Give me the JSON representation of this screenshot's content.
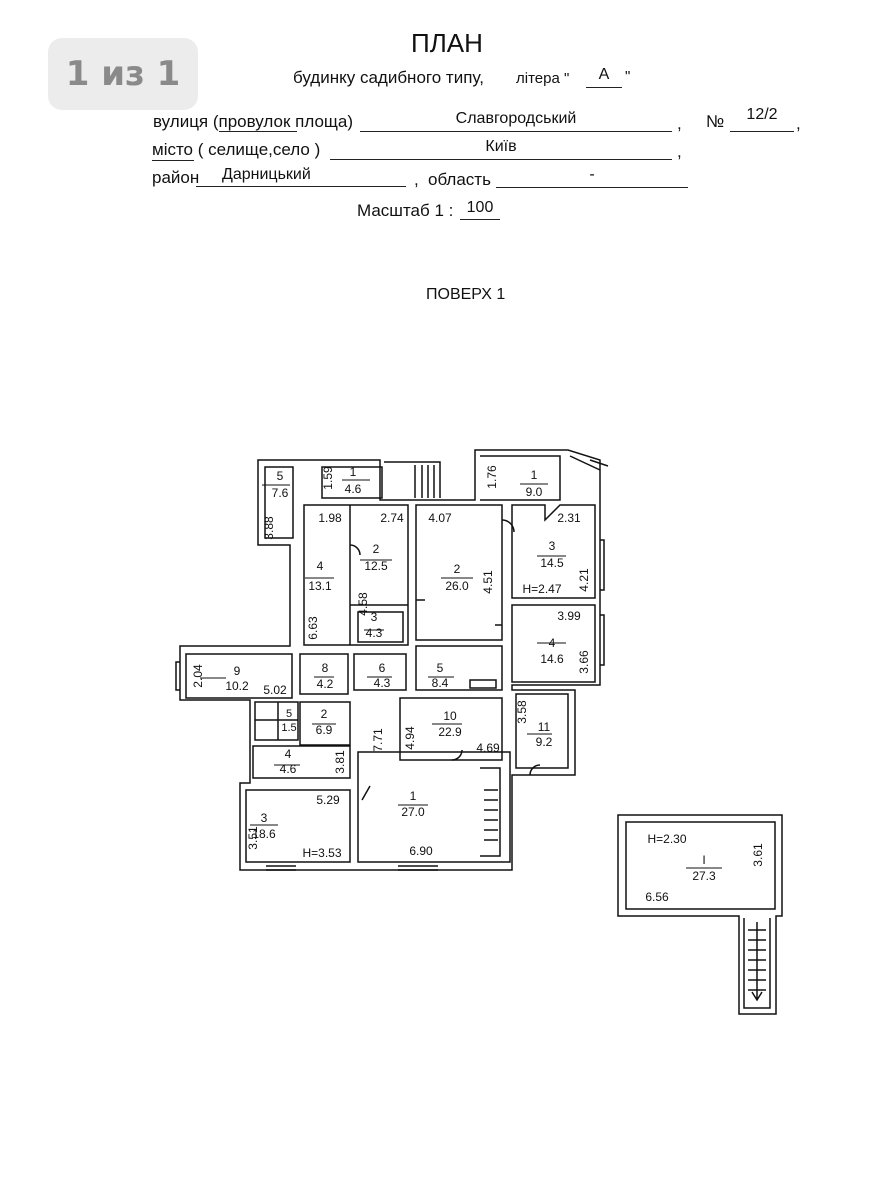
{
  "page_badge": "1 из 1",
  "header": {
    "title": "ПЛАН",
    "subtitle": "будинку садибного типу,",
    "litera_label": "літера \"",
    "litera_value": "А",
    "litera_close": "\"",
    "street_label": "вулиця (провулок площа)",
    "street_value": "Славгородський",
    "comma1": ",",
    "number_label": "№",
    "number_value": "12/2",
    "comma2": ",",
    "city_label": "місто ( селище,село )",
    "city_value": "Київ",
    "comma3": ",",
    "district_label": "район",
    "district_value": "Дарницький",
    "comma4": ",",
    "region_label": "область",
    "region_value": "-",
    "scale_label": "Масштаб  1 :",
    "scale_value": "100"
  },
  "floor_title": "ПОВЕРХ 1",
  "plan_labels": [
    {
      "id": "l01",
      "text": "5"
    },
    {
      "id": "l02",
      "text": "7.6"
    },
    {
      "id": "l03",
      "text": "3.88"
    },
    {
      "id": "l04",
      "text": "1.59"
    },
    {
      "id": "l05",
      "text": "1"
    },
    {
      "id": "l06",
      "text": "4.6"
    },
    {
      "id": "l07",
      "text": "1.76"
    },
    {
      "id": "l08",
      "text": "1"
    },
    {
      "id": "l09",
      "text": "9.0"
    },
    {
      "id": "l10",
      "text": "1.98"
    },
    {
      "id": "l11",
      "text": "2.74"
    },
    {
      "id": "l12",
      "text": "4.07"
    },
    {
      "id": "l13",
      "text": "2.31"
    },
    {
      "id": "l14",
      "text": "2"
    },
    {
      "id": "l15",
      "text": "12.5"
    },
    {
      "id": "l16",
      "text": "4"
    },
    {
      "id": "l17",
      "text": "13.1"
    },
    {
      "id": "l18",
      "text": "2"
    },
    {
      "id": "l19",
      "text": "26.0"
    },
    {
      "id": "l20",
      "text": "3"
    },
    {
      "id": "l21",
      "text": "14.5"
    },
    {
      "id": "l22",
      "text": "4.21"
    },
    {
      "id": "l23",
      "text": "4.51"
    },
    {
      "id": "l24",
      "text": "H=2.47"
    },
    {
      "id": "l25",
      "text": "4.58"
    },
    {
      "id": "l26",
      "text": "6.63"
    },
    {
      "id": "l27",
      "text": "3"
    },
    {
      "id": "l28",
      "text": "4.3"
    },
    {
      "id": "l29",
      "text": "3.99"
    },
    {
      "id": "l30",
      "text": "4"
    },
    {
      "id": "l31",
      "text": "14.6"
    },
    {
      "id": "l32",
      "text": "3.66"
    },
    {
      "id": "l33",
      "text": "2.04"
    },
    {
      "id": "l34",
      "text": "9"
    },
    {
      "id": "l35",
      "text": "10.2"
    },
    {
      "id": "l36",
      "text": "5.02"
    },
    {
      "id": "l37",
      "text": "8"
    },
    {
      "id": "l38",
      "text": "4.2"
    },
    {
      "id": "l39",
      "text": "6"
    },
    {
      "id": "l40",
      "text": "4.3"
    },
    {
      "id": "l41",
      "text": "5"
    },
    {
      "id": "l42",
      "text": "8.4"
    },
    {
      "id": "l43",
      "text": "5"
    },
    {
      "id": "l44",
      "text": "1.5"
    },
    {
      "id": "l45",
      "text": "2"
    },
    {
      "id": "l46",
      "text": "6.9"
    },
    {
      "id": "l47",
      "text": "7.71"
    },
    {
      "id": "l48",
      "text": "10"
    },
    {
      "id": "l49",
      "text": "22.9"
    },
    {
      "id": "l50",
      "text": "4.94"
    },
    {
      "id": "l51",
      "text": "4.69"
    },
    {
      "id": "l52",
      "text": "3.58"
    },
    {
      "id": "l53",
      "text": "11"
    },
    {
      "id": "l54",
      "text": "9.2"
    },
    {
      "id": "l55",
      "text": "4"
    },
    {
      "id": "l56",
      "text": "4.6"
    },
    {
      "id": "l57",
      "text": "3.81"
    },
    {
      "id": "l58",
      "text": "5.29"
    },
    {
      "id": "l59",
      "text": "3"
    },
    {
      "id": "l60",
      "text": "18.6"
    },
    {
      "id": "l61",
      "text": "3.51"
    },
    {
      "id": "l62",
      "text": "H=3.53"
    },
    {
      "id": "l63",
      "text": "1"
    },
    {
      "id": "l64",
      "text": "27.0"
    },
    {
      "id": "l65",
      "text": "6.90"
    },
    {
      "id": "l66",
      "text": "H=2.30"
    },
    {
      "id": "l67",
      "text": "3.61"
    },
    {
      "id": "l68",
      "text": "I"
    },
    {
      "id": "l69",
      "text": "27.3"
    },
    {
      "id": "l70",
      "text": "6.56"
    }
  ]
}
